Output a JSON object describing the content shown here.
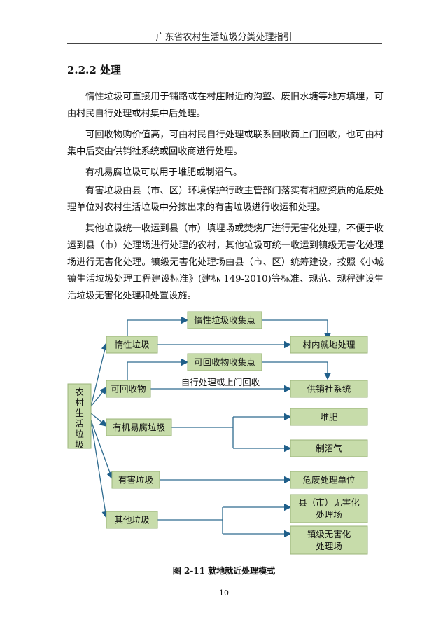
{
  "header": {
    "title": "广东省农村生活垃圾分类处理指引"
  },
  "section": {
    "title": "2.2.2 处理"
  },
  "paragraphs": [
    "惰性垃圾可直接用于铺路或在村庄附近的沟壑、废旧水塘等地方填埋，可由村民自行处理或村集中后处理。",
    "可回收物购价值高，可由村民自行处理或联系回收商上门回收，也可由村集中后交由供销社系统或回收商进行处理。",
    "有机易腐垃圾可以用于堆肥或制沼气。",
    "有害垃圾由县（市、区）环境保护行政主管部门落实有相应资质的危废处理单位对农村生活垃圾中分拣出来的有害垃圾进行收运和处理。",
    "其他垃圾统一收运到县（市）填埋场或焚烧厂进行无害化处理，不便于收运到县（市）处理场进行处理的农村，其他垃圾可统一收运到镇级无害化处理场进行无害化处理。镇级无害化处理场由县（市、区）统筹建设，按照《小城镇生活垃圾处理工程建设标准》(建标 149-2010)等标准、规范、规程建设生活垃圾无害化处理和处置设施。"
  ],
  "diagram": {
    "root": "农村生活垃圾",
    "categories": {
      "inert": "惰性垃圾",
      "recyclable": "可回收物",
      "organic": "有机易腐垃圾",
      "hazardous": "有害垃圾",
      "other": "其他垃圾"
    },
    "collection": {
      "inert": "惰性垃圾收集点",
      "recyclable": "可回收物收集点"
    },
    "destinations": {
      "village": "村内就地处理",
      "coop": "供销社系统",
      "compost": "堆肥",
      "biogas": "制沼气",
      "hazard_unit": "危废处理单位",
      "county_line1": "县（市）无害化",
      "county_line2": "处理场",
      "town_line1": "镇级无害化",
      "town_line2": "处理场"
    },
    "edge_labels": {
      "self_process": "自行处理或上门回收"
    }
  },
  "caption": "图 2-11  就地就近处理模式",
  "page_number": "10",
  "colors": {
    "box_fill": "#c7dcaa",
    "box_stroke": "#9bb57a",
    "line": "#2e6b8f",
    "arrow": "#1f5f8a"
  }
}
